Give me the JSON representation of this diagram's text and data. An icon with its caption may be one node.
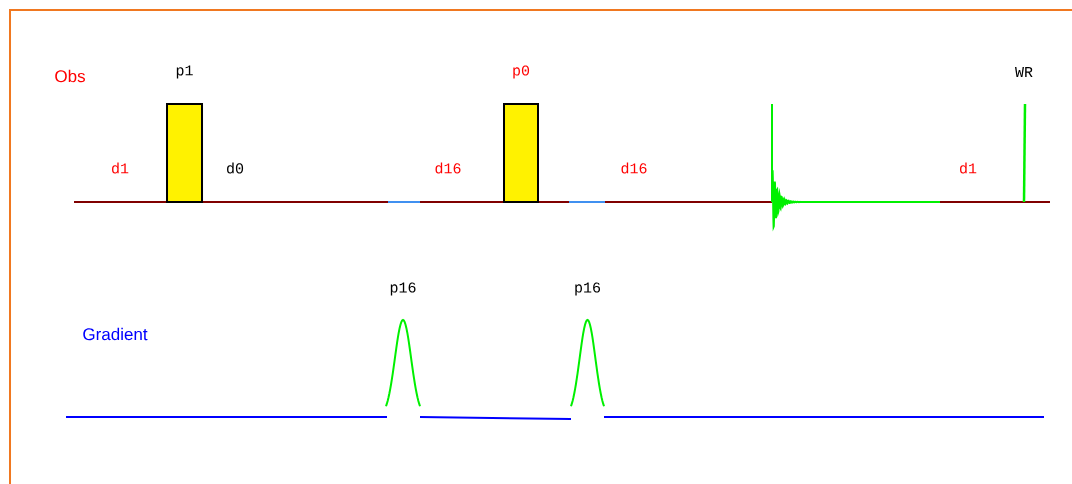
{
  "diagram": {
    "nodes": [
      {
        "text": [
          "p1"
        ]
      },
      {
        "text": [
          "p0"
        ]
      },
      {
        "text": [
          "p16"
        ]
      },
      {
        "text": [
          "p16"
        ]
      }
    ],
    "labels": [
      "Obs",
      "WR",
      "d1",
      "d0",
      "d16",
      "d16",
      "d1",
      "Gradient"
    ]
  }
}
